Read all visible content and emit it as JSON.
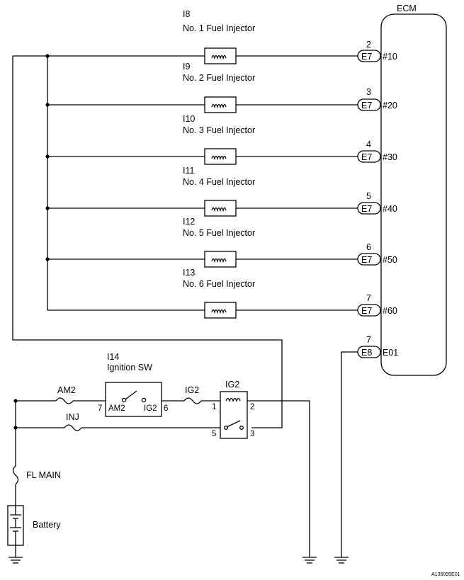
{
  "ecm": {
    "label": "ECM"
  },
  "injectors": [
    {
      "code": "I8",
      "name": "No. 1 Fuel Injector",
      "pin": "2",
      "connector": "E7",
      "terminal": "#10"
    },
    {
      "code": "I9",
      "name": "No. 2 Fuel Injector",
      "pin": "3",
      "connector": "E7",
      "terminal": "#20"
    },
    {
      "code": "I10",
      "name": "No. 3 Fuel Injector",
      "pin": "4",
      "connector": "E7",
      "terminal": "#30"
    },
    {
      "code": "I11",
      "name": "No. 4 Fuel Injector",
      "pin": "5",
      "connector": "E7",
      "terminal": "#40"
    },
    {
      "code": "I12",
      "name": "No. 5 Fuel Injector",
      "pin": "6",
      "connector": "E7",
      "terminal": "#50"
    },
    {
      "code": "I13",
      "name": "No. 6 Fuel Injector",
      "pin": "7",
      "connector": "E7",
      "terminal": "#60"
    }
  ],
  "ground_connector": {
    "pin": "7",
    "connector": "E8",
    "terminal": "E01"
  },
  "ignition_switch": {
    "code": "I14",
    "name": "Ignition SW",
    "pin_left": "7",
    "pin_right": "6",
    "contact_left": "AM2",
    "contact_right": "IG2"
  },
  "fuses": {
    "am2": "AM2",
    "inj": "INJ",
    "ig2": "IG2",
    "fl_main": "FL MAIN"
  },
  "relay": {
    "label": "IG2",
    "pin1": "1",
    "pin2": "2",
    "pin3": "3",
    "pin5": "5"
  },
  "battery": {
    "label": "Battery"
  },
  "footer_code": "A136095E01"
}
